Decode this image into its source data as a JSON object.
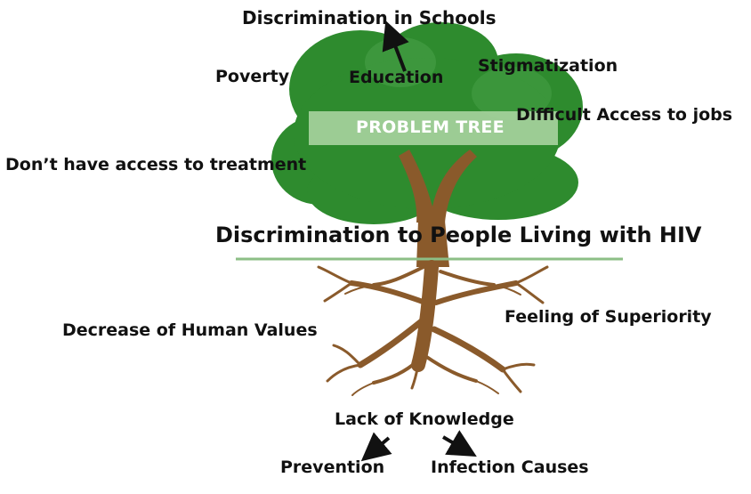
{
  "banner": {
    "text": "PROBLEM TREE"
  },
  "main_problem": "Discrimination to People Living with HIV",
  "effects": {
    "top": "Discrimination in Schools",
    "poverty": "Poverty",
    "education": "Education",
    "stigmatization": "Stigmatization",
    "jobs": "Difficult Access to jobs",
    "treatment": "Don’t have access to treatment"
  },
  "causes": {
    "human_values": "Decrease of Human Values",
    "superiority": "Feeling of Superiority",
    "knowledge": "Lack of Knowledge",
    "prevention": "Prevention",
    "infection": "Infection Causes"
  },
  "colors": {
    "foliage": "#2e8b2e",
    "foliage_light": "#58b058",
    "trunk": "#8a5a2b",
    "banner": "#a8d3a0",
    "ground_line": "#8cbf86",
    "text": "#111111"
  }
}
